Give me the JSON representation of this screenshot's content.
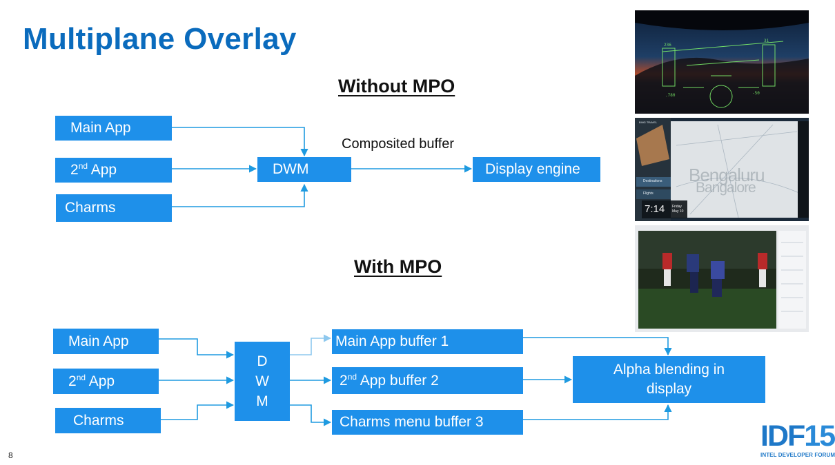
{
  "slide": {
    "title": "Multiplane Overlay",
    "page_number": "8"
  },
  "without_mpo": {
    "heading": "Without MPO",
    "main_app": "Main App",
    "second_app_prefix": "2",
    "second_app_sup": "nd",
    "second_app_suffix": " App",
    "charms": "Charms",
    "dwm": "DWM",
    "composited_buffer": "Composited buffer",
    "display_engine": "Display engine"
  },
  "with_mpo": {
    "heading": "With MPO",
    "main_app": "Main App",
    "second_app_prefix": "2",
    "second_app_sup": "nd",
    "second_app_suffix": " App",
    "charms": "Charms",
    "dwm_letters": [
      "D",
      "W",
      "M"
    ],
    "buffer1": "Main App buffer 1",
    "buffer2_prefix": "2",
    "buffer2_sup": "nd",
    "buffer2_suffix": " App buffer 2",
    "buffer3": "Charms menu buffer 3",
    "alpha_line1": "Alpha blending in",
    "alpha_line2": "display"
  },
  "photos": {
    "map_time": "7:14",
    "map_day": "Friday",
    "map_date": "May 10",
    "map_city": "Bengaluru",
    "map_city_alt": "Bangalore",
    "map_app_name": "BING TRAVEL",
    "map_menu1": "Destinations",
    "map_menu2": "Flights"
  },
  "logo": {
    "letters": "IDF",
    "number": "15",
    "tagline": "INTEL DEVELOPER FORUM"
  },
  "colors": {
    "box_blue": "#1e90ea",
    "title_blue": "#0a6bbd",
    "arrow_blue": "#1e9ae0"
  }
}
